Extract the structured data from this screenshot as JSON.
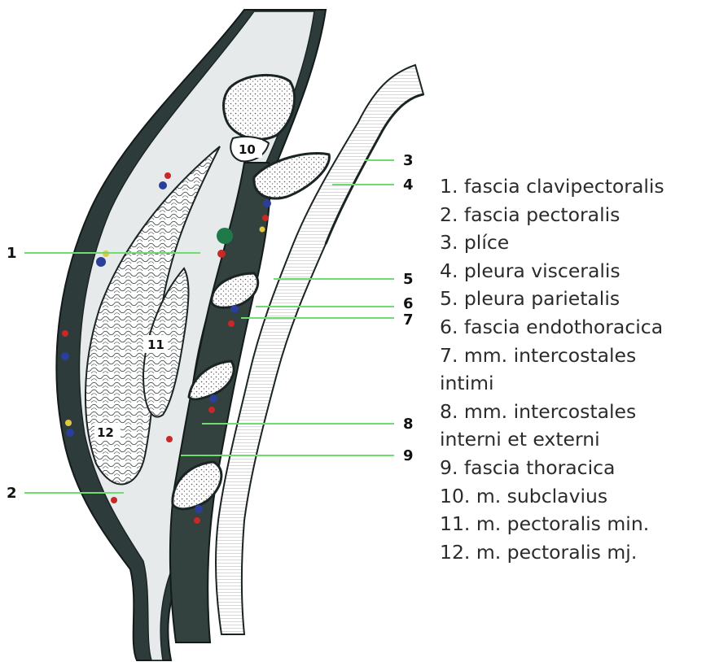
{
  "diagram": {
    "leader_color": "#6fdc6f",
    "ink_color": "#1e2a2a",
    "callouts": [
      "1",
      "2",
      "3",
      "4",
      "5",
      "6",
      "7",
      "8",
      "9"
    ],
    "boxed_labels": [
      "10",
      "11",
      "12"
    ]
  },
  "legend": {
    "items": [
      "1. fascia clavipectoralis",
      "2. fascia pectoralis",
      "3. plíce",
      "4. pleura visceralis",
      "5. pleura parietalis",
      "6. fascia endothoracica",
      "7. mm. intercostales",
      "intimi",
      "8. mm. intercostales",
      "interni et externi",
      "9. fascia thoracica",
      "10. m. subclavius",
      "11. m. pectoralis min.",
      "12. m. pectoralis mj."
    ]
  }
}
